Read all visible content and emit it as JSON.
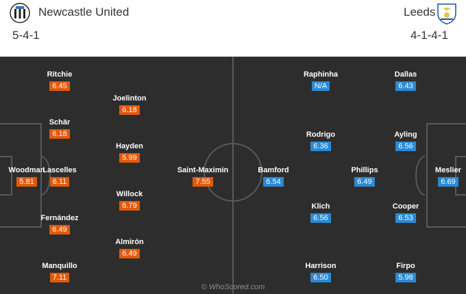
{
  "home": {
    "name": "Newcastle United",
    "formation": "5-4-1",
    "players": [
      {
        "name": "Woodman",
        "rating": "5.81"
      },
      {
        "name": "Ritchie",
        "rating": "6.45"
      },
      {
        "name": "Schär",
        "rating": "6.18"
      },
      {
        "name": "Lascelles",
        "rating": "6.11"
      },
      {
        "name": "Fernández",
        "rating": "6.49"
      },
      {
        "name": "Manquillo",
        "rating": "7.11"
      },
      {
        "name": "Joelinton",
        "rating": "6.18"
      },
      {
        "name": "Hayden",
        "rating": "5.99"
      },
      {
        "name": "Willock",
        "rating": "6.79"
      },
      {
        "name": "Almirón",
        "rating": "6.49"
      },
      {
        "name": "Saint-Maximin",
        "rating": "7.55"
      }
    ]
  },
  "away": {
    "name": "Leeds",
    "formation": "4-1-4-1",
    "players": [
      {
        "name": "Bamford",
        "rating": "6.54"
      },
      {
        "name": "Raphinha",
        "rating": "N/A"
      },
      {
        "name": "Rodrigo",
        "rating": "6.36"
      },
      {
        "name": "Klich",
        "rating": "6.56"
      },
      {
        "name": "Harrison",
        "rating": "6.50"
      },
      {
        "name": "Phillips",
        "rating": "6.49"
      },
      {
        "name": "Dallas",
        "rating": "6.43"
      },
      {
        "name": "Ayling",
        "rating": "6.56"
      },
      {
        "name": "Cooper",
        "rating": "6.53"
      },
      {
        "name": "Firpo",
        "rating": "5.98"
      },
      {
        "name": "Meslier",
        "rating": "6.69"
      }
    ]
  },
  "credit": "© WhoScored.com",
  "colors": {
    "home_rating": "#e05a0c",
    "away_rating": "#2a8ad4",
    "pitch": "#2d2d2d"
  }
}
